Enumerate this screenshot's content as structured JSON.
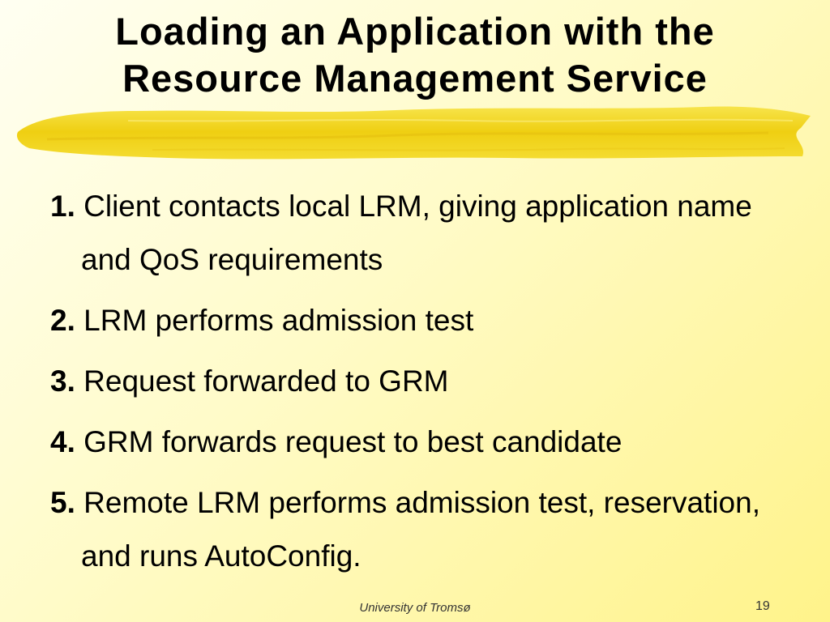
{
  "title": {
    "line1": "Loading an Application with the",
    "line2": "Resource Management Service"
  },
  "steps": [
    {
      "number": "1.",
      "text": "Client contacts local LRM, giving application name and QoS requirements"
    },
    {
      "number": "2.",
      "text": "LRM performs admission test"
    },
    {
      "number": "3.",
      "text": "Request forwarded to GRM"
    },
    {
      "number": "4.",
      "text": "GRM forwards request to best candidate"
    },
    {
      "number": "5.",
      "text": "Remote LRM performs admission test, reservation, and runs AutoConfig."
    }
  ],
  "footer": {
    "institution": "University of Tromsø",
    "page_number": "19"
  },
  "colors": {
    "background_light": "#fffff2",
    "background_accent": "#fff38a",
    "brush": "#f2d61f"
  }
}
